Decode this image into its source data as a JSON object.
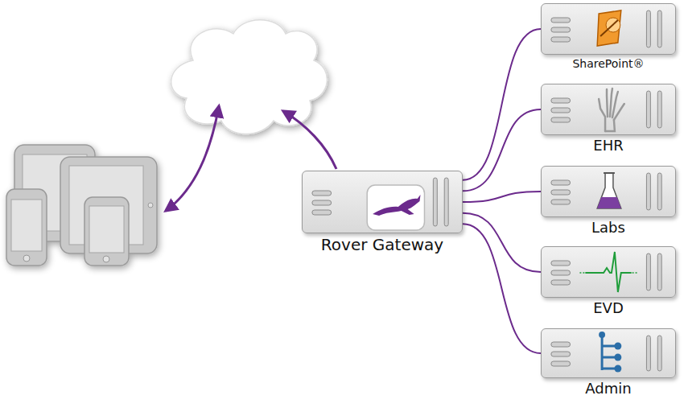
{
  "diagram": {
    "nodes": [
      {
        "text": [
          "SharePoint®"
        ]
      },
      {
        "text": [
          "EHR"
        ]
      },
      {
        "text": [
          "Labs"
        ]
      },
      {
        "text": [
          "EVD"
        ]
      },
      {
        "text": [
          "Admin"
        ]
      },
      {
        "text": [
          "Rover Gateway"
        ]
      }
    ],
    "edges": [
      {
        "from": 5,
        "to": 0,
        "arrow": "none"
      },
      {
        "from": 5,
        "to": 1,
        "arrow": "none"
      },
      {
        "from": 5,
        "to": 2,
        "arrow": "none"
      },
      {
        "from": 5,
        "to": 3,
        "arrow": "none"
      },
      {
        "from": 5,
        "to": 4,
        "arrow": "none"
      }
    ]
  }
}
